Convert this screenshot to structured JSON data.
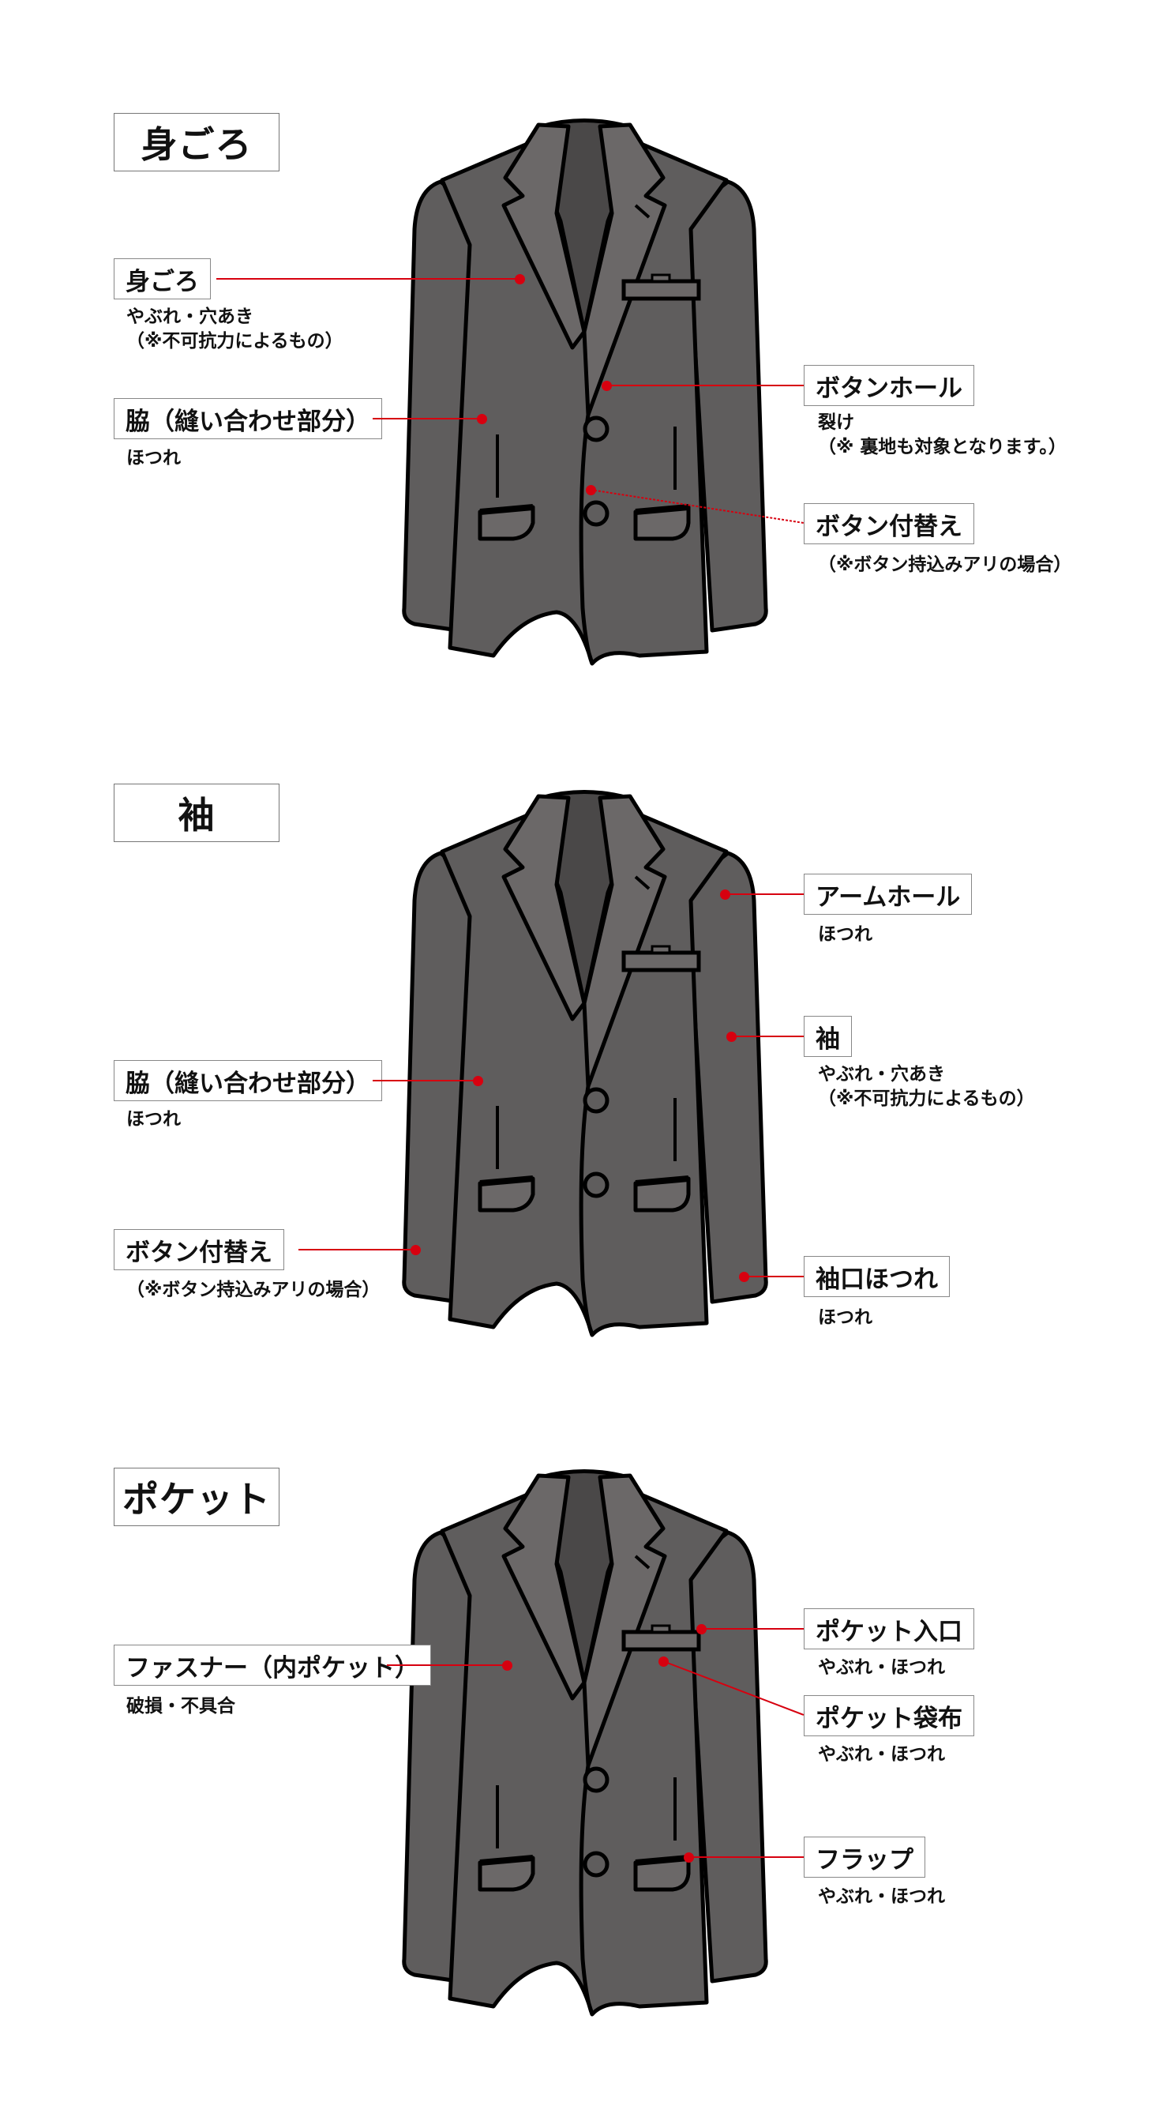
{
  "sections": {
    "body": {
      "title": "身ごろ",
      "callouts": {
        "migoro": {
          "label": "身ごろ",
          "desc": [
            "やぶれ・穴あき",
            "（※不可抗力によるもの）"
          ]
        },
        "waki": {
          "label": "脇（縫い合わせ部分）",
          "desc": [
            "ほつれ"
          ]
        },
        "buttonhole": {
          "label": "ボタンホール",
          "desc": [
            "裂け",
            "（※ 裏地も対象となります。）"
          ]
        },
        "button": {
          "label": "ボタン付替え",
          "desc": [
            "（※ボタン持込みアリの場合）"
          ]
        }
      }
    },
    "sleeve": {
      "title": "袖",
      "callouts": {
        "armhole": {
          "label": "アームホール",
          "desc": [
            "ほつれ"
          ]
        },
        "sode": {
          "label": "袖",
          "desc": [
            "やぶれ・穴あき",
            "（※不可抗力によるもの）"
          ]
        },
        "waki": {
          "label": "脇（縫い合わせ部分）",
          "desc": [
            "ほつれ"
          ]
        },
        "button": {
          "label": "ボタン付替え",
          "desc": [
            "（※ボタン持込みアリの場合）"
          ]
        },
        "cuff": {
          "label": "袖口ほつれ",
          "desc": [
            "ほつれ"
          ]
        }
      }
    },
    "pocket": {
      "title": "ポケット",
      "callouts": {
        "fastener": {
          "label": "ファスナー（内ポケット）",
          "desc": [
            "破損・不具合"
          ]
        },
        "entrance": {
          "label": "ポケット入口",
          "desc": [
            "やぶれ・ほつれ"
          ]
        },
        "bag": {
          "label": "ポケット袋布",
          "desc": [
            "やぶれ・ほつれ"
          ]
        },
        "flap": {
          "label": "フラップ",
          "desc": [
            "やぶれ・ほつれ"
          ]
        }
      }
    }
  },
  "colors": {
    "jacket_fill": "#5f5d5d",
    "jacket_stroke": "#000000",
    "accent_red": "#d7000f"
  }
}
